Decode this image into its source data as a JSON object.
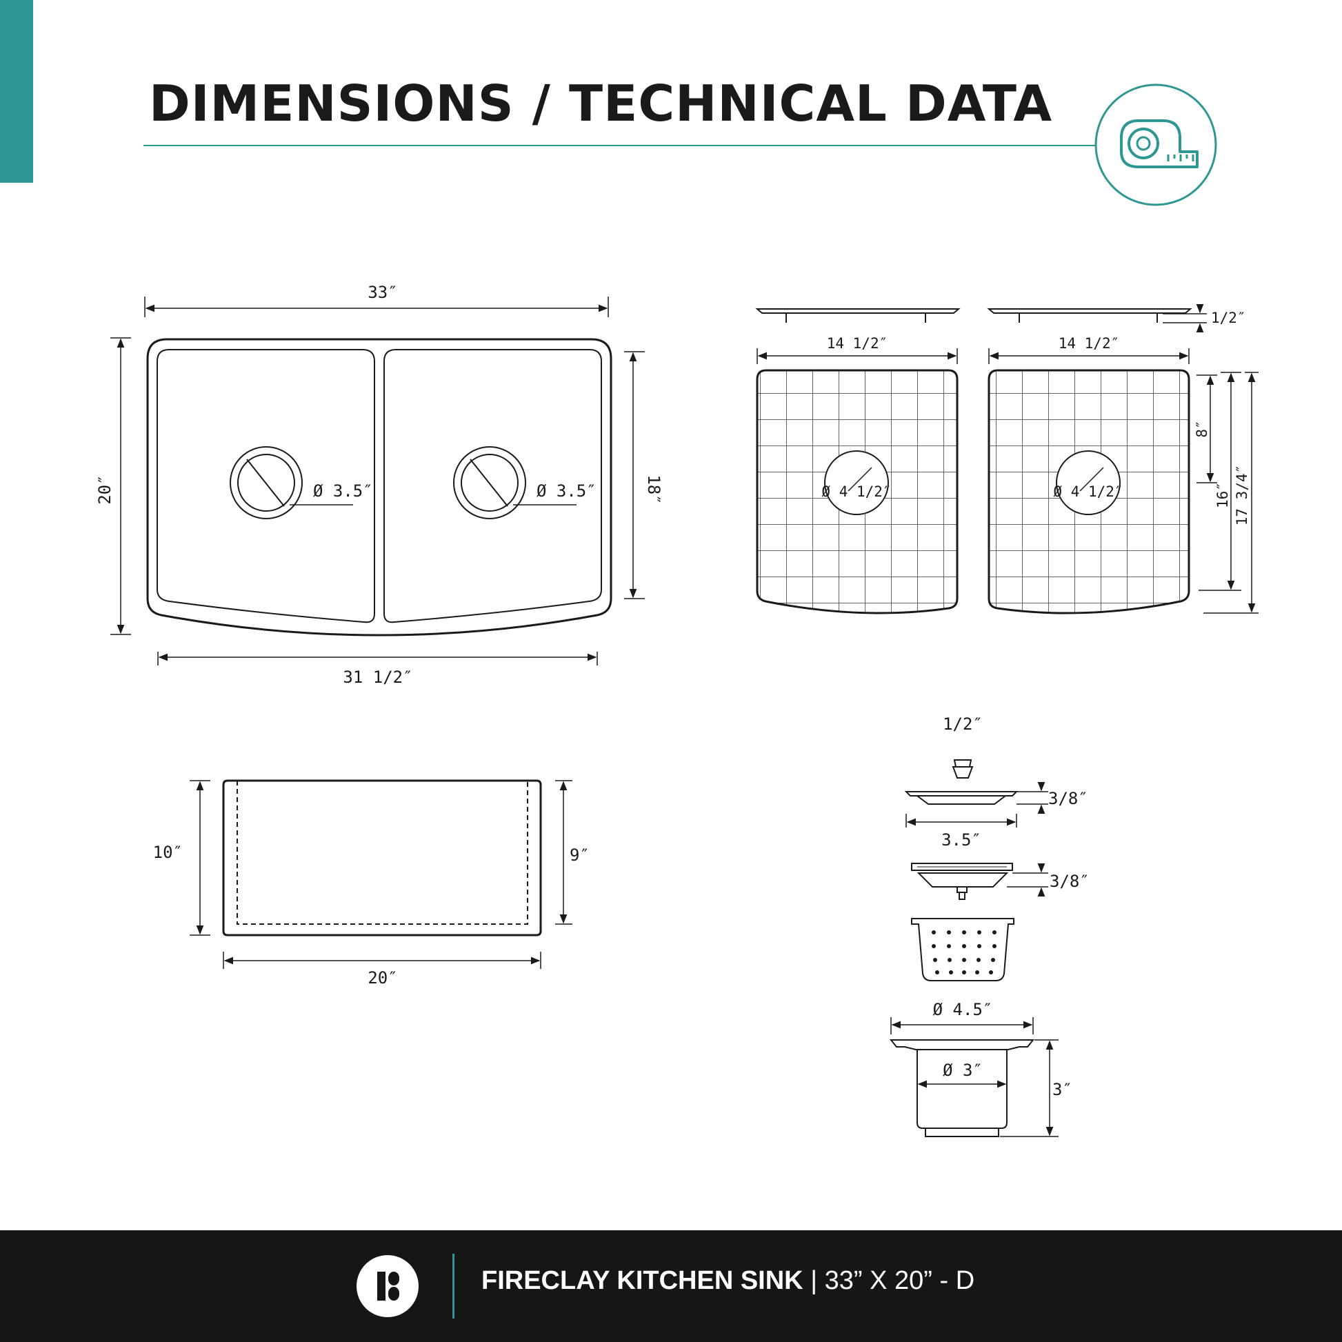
{
  "header": {
    "title": "DIMENSIONS / TECHNICAL DATA",
    "badge_icon": "tape-measure-icon"
  },
  "sink_top": {
    "width_label": "33″",
    "depth_label": "20″",
    "inner_depth_label": "18″",
    "front_width_label": "31 1/2″",
    "left_drain_label": "Ø 3.5″",
    "right_drain_label": "Ø 3.5″"
  },
  "sink_side": {
    "outer_height_label": "10″",
    "inner_height_label": "9″",
    "depth_label": "20″"
  },
  "grids": {
    "thickness_label": "1/2″",
    "left_width_label": "14 1/2″",
    "right_width_label": "14 1/2″",
    "left_hole_label": "Ø 4 1/2″",
    "right_hole_label": "Ø 4 1/2″",
    "hole_offset_label": "8″",
    "depth_label": "16″",
    "total_depth_label": "17 3/4″"
  },
  "strainer": {
    "knob_label": "1/2″",
    "cap_height_label": "3/8″",
    "cap_width_label": "3.5″",
    "stopper_height_label": "3/8″",
    "flange_label": "Ø 4.5″",
    "body_label": "Ø 3″",
    "body_height_label": "3″"
  },
  "footer": {
    "product_name": "FIRECLAY KITCHEN SINK",
    "separator": "|",
    "size": "33” X 20” - D",
    "logo_icon": "brand-logo-icon"
  },
  "colors": {
    "accent": "#2f9793",
    "footer_bg": "#161616",
    "ink": "#1a1a1a"
  }
}
